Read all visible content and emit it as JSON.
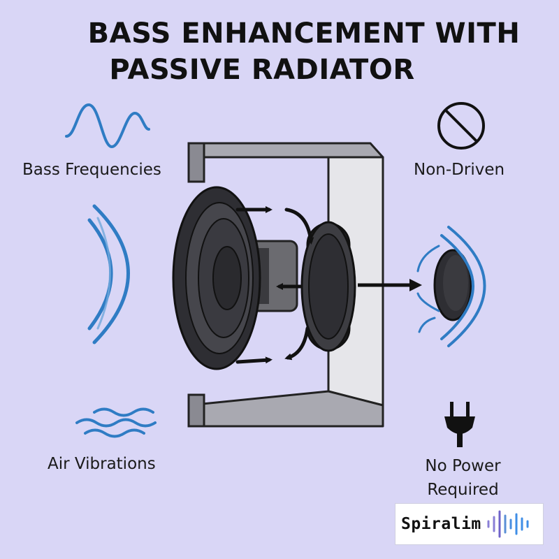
{
  "title": {
    "line1": "BASS ENHANCEMENT WITH",
    "line2": "PASSIVE RADIATOR"
  },
  "labels": {
    "bass_frequencies": "Bass Frequencies",
    "non_driven": "Non-Driven",
    "air_vibrations": "Air Vibrations",
    "no_power_line1": "No Power",
    "no_power_line2": "Required"
  },
  "brand": {
    "name": "Spiralim"
  },
  "icons": {
    "wave": "sine-wave-icon",
    "prohibited": "no-symbol-icon",
    "air": "air-waves-icon",
    "plug": "power-plug-icon",
    "logo": "audio-waveform-icon"
  },
  "colors": {
    "background": "#d9d6f6",
    "accent_blue": "#2f7cc4",
    "enclosure": "#8a8a92",
    "speaker": "#3a3a3e"
  }
}
